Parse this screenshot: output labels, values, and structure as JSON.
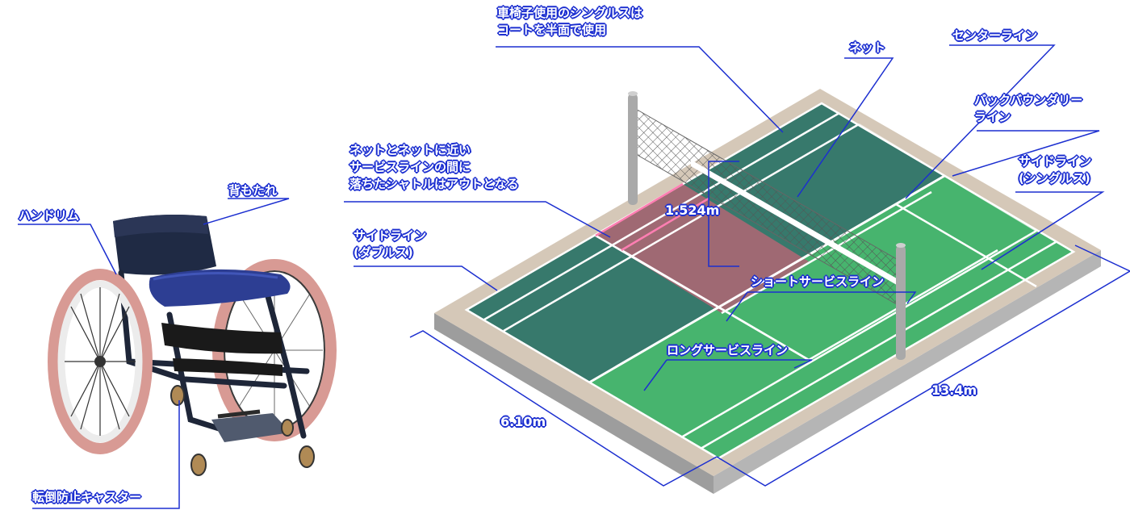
{
  "wheelchair": {
    "labels": {
      "backrest": "背もたれ",
      "handrim": "ハンドリム",
      "anti_tip_caster": "転倒防止キャスター"
    }
  },
  "court": {
    "labels": {
      "wheelchair_singles": [
        "車椅子使用のシングルスは",
        "コートを半面で使用"
      ],
      "net": "ネット",
      "center_line": "センターライン",
      "back_boundary": [
        "バックバウンダリー",
        "ライン"
      ],
      "net_zone_out": [
        "ネットとネットに近い",
        "サービスラインの間に",
        "落ちたシャトルはアウトとなる"
      ],
      "side_singles": [
        "サイドライン",
        "(シングルス)"
      ],
      "side_doubles": [
        "サイドライン",
        "(ダブルス)"
      ],
      "short_service": "ショートサービスライン",
      "long_service": "ロングサービスライン"
    },
    "dimensions": {
      "net_height": "1.524m",
      "width": "6.10m",
      "length": "13.4m"
    },
    "colors": {
      "active_half": "#47b46e",
      "inactive_half": "#37796c",
      "out_zone": "#a46874",
      "surround": "#d5c8b8",
      "leader_line": "#1c2fd0"
    }
  }
}
